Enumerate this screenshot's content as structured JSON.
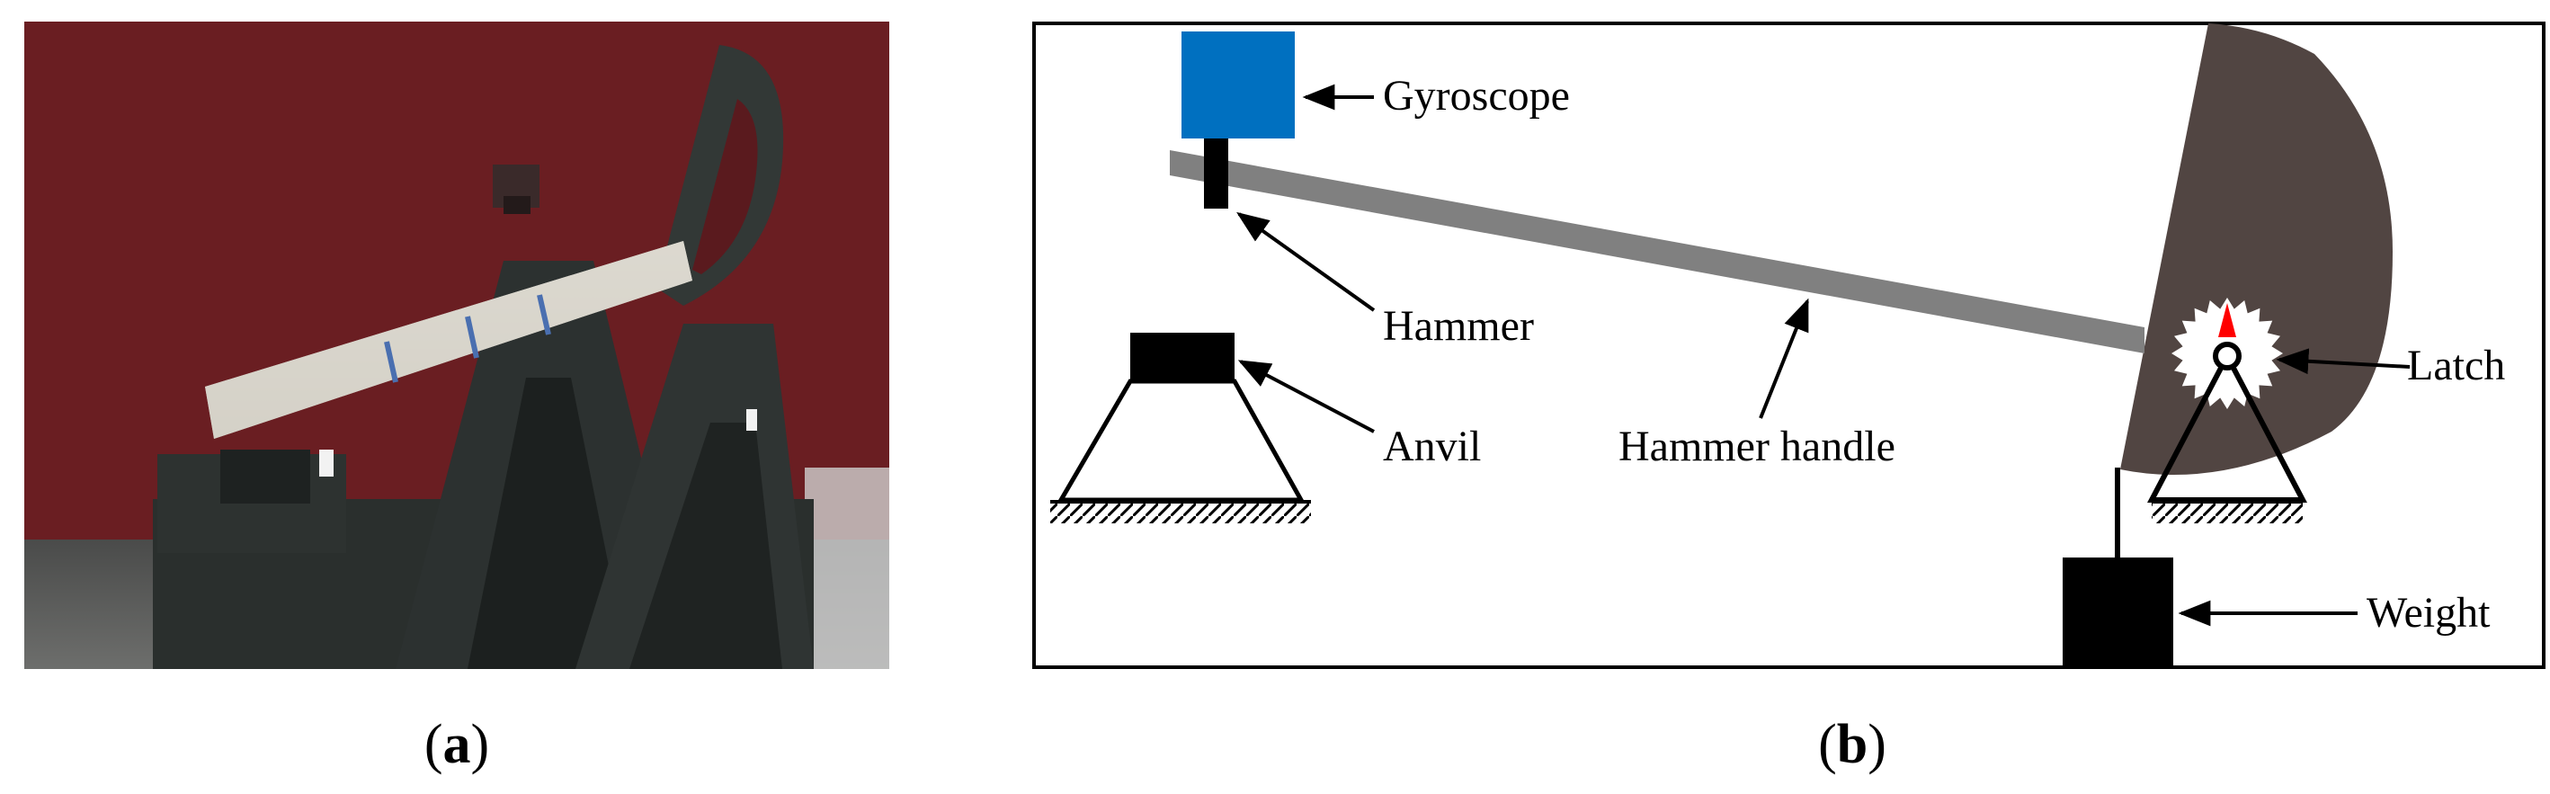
{
  "panel_a": {
    "label_open": "(",
    "label_letter": "a",
    "label_close": ")"
  },
  "panel_b": {
    "label_open": "(",
    "label_letter": "b",
    "label_close": ")",
    "labels": {
      "gyroscope": "Gyroscope",
      "hammer": "Hammer",
      "anvil": "Anvil",
      "hammer_handle": "Hammer handle",
      "latch": "Latch",
      "weight": "Weight"
    },
    "colors": {
      "gyroscope": "#0070c0",
      "hammer_handle": "#808080",
      "pendulum_disc": "#514542",
      "pointer": "#ff0000",
      "weight": "#000000",
      "anvil": "#000000"
    }
  },
  "photo": {
    "wall_color": "#6a1e22",
    "machine_color": "#2a2f2d",
    "wrap_color": "#d9d6cc"
  }
}
